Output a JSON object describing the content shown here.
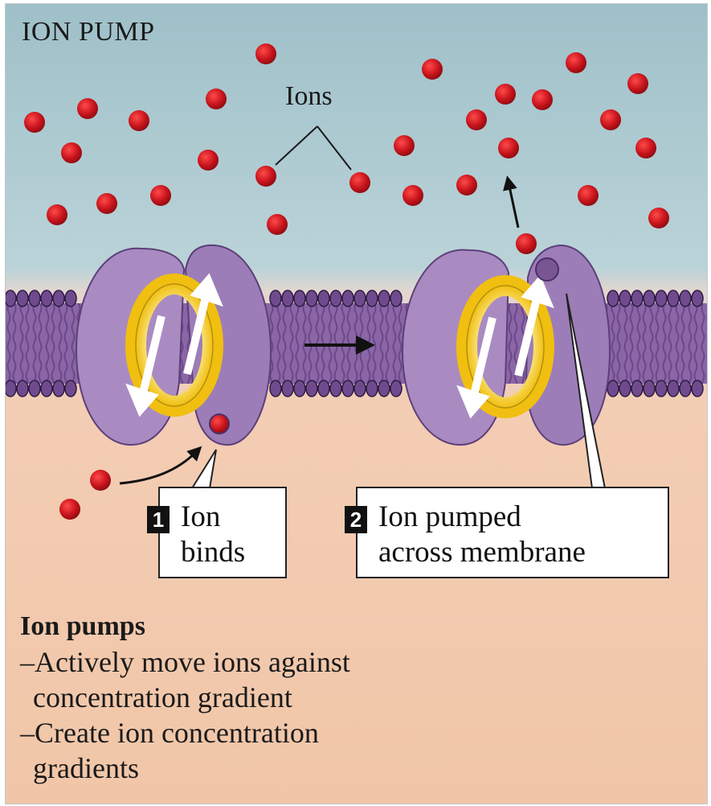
{
  "title": "ION PUMP",
  "ions_label": "Ions",
  "steps": [
    {
      "number": "1",
      "lines": [
        "Ion",
        "binds"
      ]
    },
    {
      "number": "2",
      "lines": [
        "Ion pumped",
        "across membrane"
      ]
    }
  ],
  "caption": {
    "heading": "Ion pumps",
    "points": [
      {
        "first": "–Actively move ions against",
        "cont": "concentration gradient"
      },
      {
        "first": "–Create ion concentration",
        "cont": "gradients"
      }
    ]
  },
  "colors": {
    "extracellular": "#b9d2d8",
    "intracellular": "#f2c9b0",
    "membrane": "#7e5a98",
    "protein": "#a98bc2",
    "ion": "#c3121b",
    "ring": "#f2c418"
  }
}
